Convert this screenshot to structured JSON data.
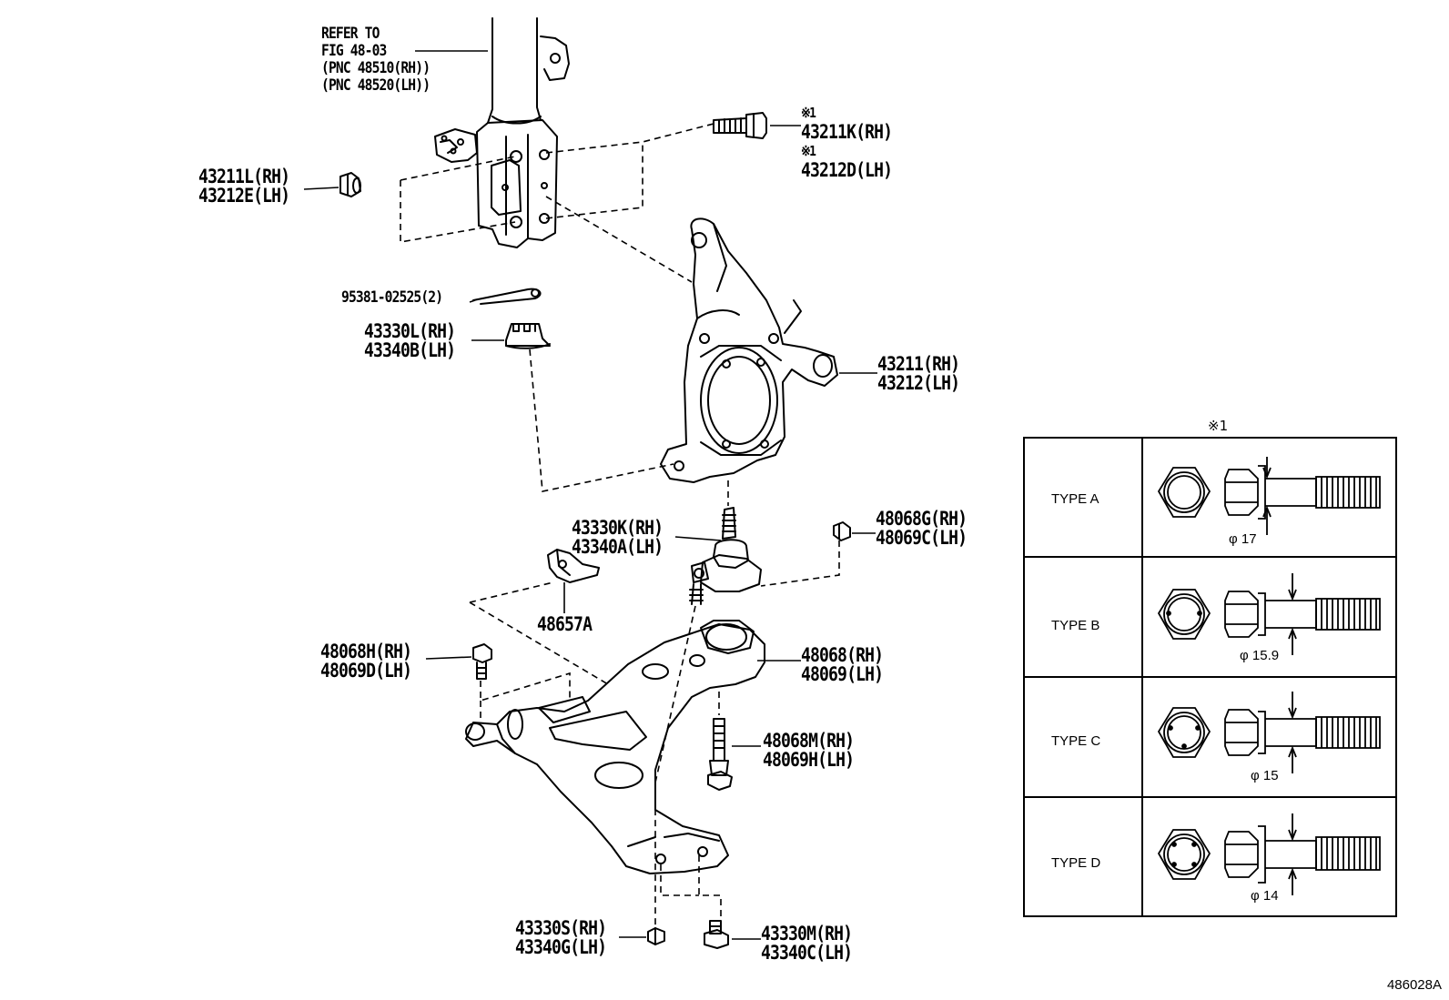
{
  "labels": {
    "refer": [
      "REFER TO",
      "FIG 48-03",
      "(PNC 48510(RH))",
      "(PNC 48520(LH))"
    ],
    "nut_upper": [
      "43211L(RH)",
      "43212E(LH)"
    ],
    "bolt_upper": [
      "43211K(RH)",
      "43212D(LH)"
    ],
    "bolt_upper_mark": "※1",
    "cotter_pin": "95381-02525(2)",
    "castle_nut": [
      "43330L(RH)",
      "43340B(LH)"
    ],
    "knuckle": [
      "43211(RH)",
      "43212(LH)"
    ],
    "nut_mid": [
      "48068G(RH)",
      "48069C(LH)"
    ],
    "ball_joint": [
      "43330K(RH)",
      "43340A(LH)"
    ],
    "bracket": "48657A",
    "bolt_arm": [
      "48068H(RH)",
      "48069D(LH)"
    ],
    "lower_arm": [
      "48068(RH)",
      "48069(LH)"
    ],
    "bolt_long": [
      "48068M(RH)",
      "48069H(LH)"
    ],
    "nut_bottom": [
      "43330S(RH)",
      "43340G(LH)"
    ],
    "bolt_bottom": [
      "43330M(RH)",
      "43340C(LH)"
    ]
  },
  "table": {
    "mark": "※1",
    "rows": [
      {
        "type": "TYPE A",
        "diameter": "φ 17"
      },
      {
        "type": "TYPE B",
        "diameter": "φ 15.9"
      },
      {
        "type": "TYPE C",
        "diameter": "φ 15"
      },
      {
        "type": "TYPE D",
        "diameter": "φ 14"
      }
    ]
  },
  "figure_id": "486028A"
}
